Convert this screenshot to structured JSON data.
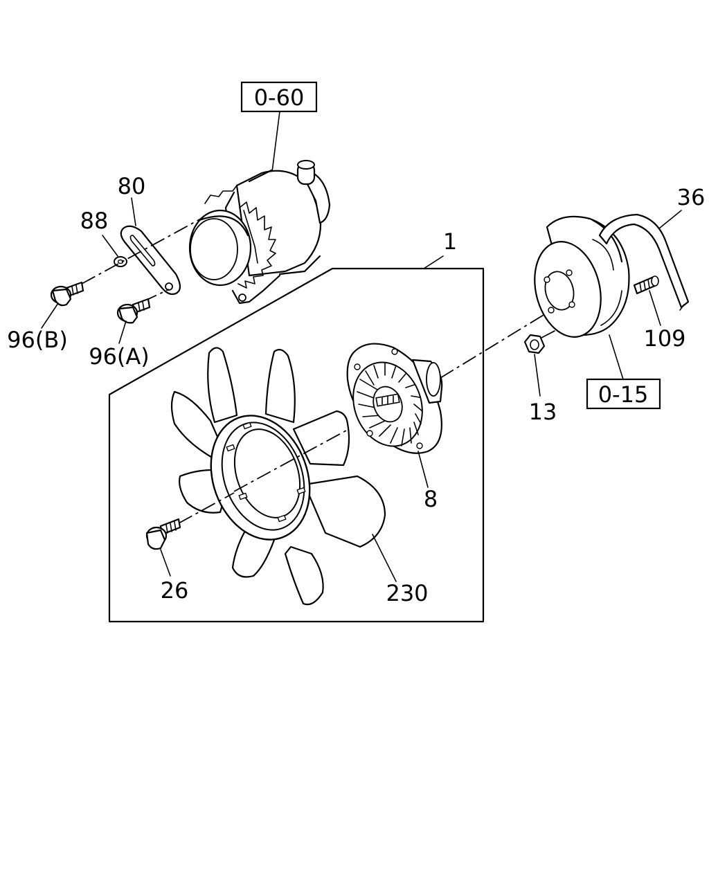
{
  "labels": {
    "ref_0_60": "0-60",
    "ref_0_15": "0-15",
    "p1": "1",
    "p8": "8",
    "p13": "13",
    "p26": "26",
    "p36": "36",
    "p80": "80",
    "p88": "88",
    "p96a": "96(A)",
    "p96b": "96(B)",
    "p109": "109",
    "p230": "230"
  }
}
